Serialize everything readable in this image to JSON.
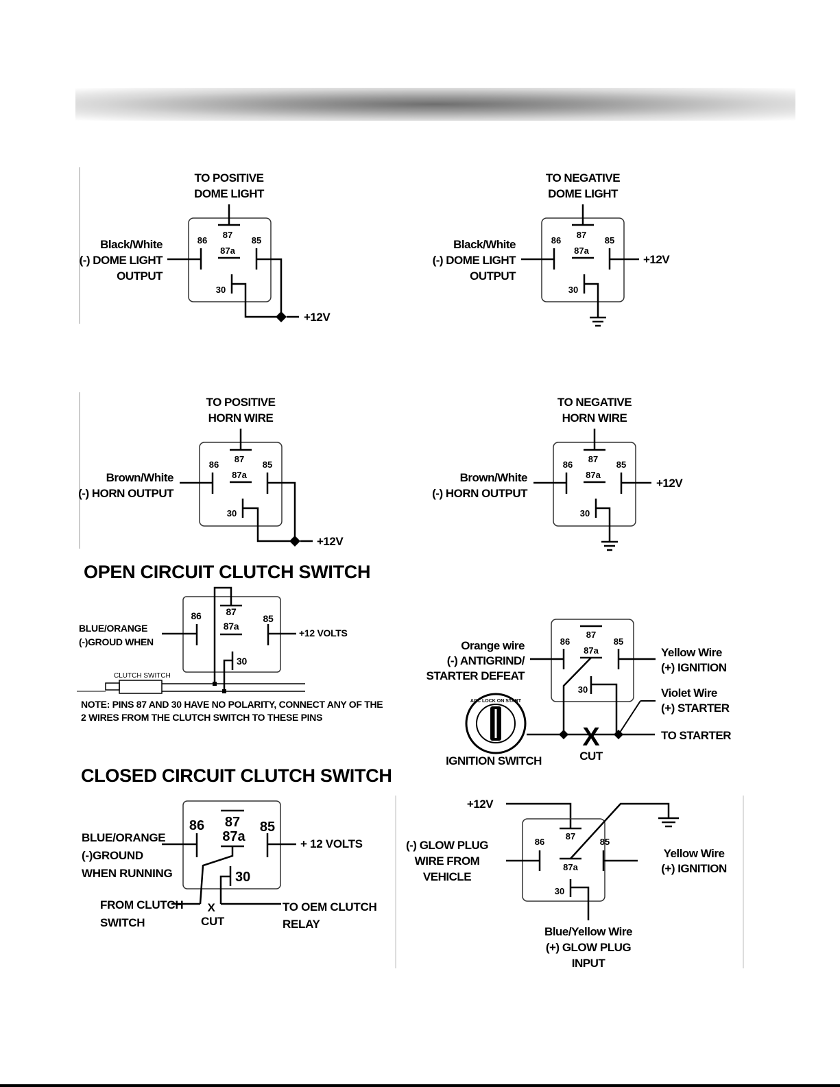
{
  "pins": {
    "p86": "86",
    "p85": "85",
    "p87": "87",
    "p87a": "87a",
    "p30": "30"
  },
  "d1": {
    "label_top_1": "TO POSITIVE",
    "label_top_2": "DOME LIGHT",
    "label_left_1": "Black/White",
    "label_left_2": "(-) DOME LIGHT",
    "label_left_3": "OUTPUT",
    "label_power": "+12V"
  },
  "d2": {
    "label_top_1": "TO NEGATIVE",
    "label_top_2": "DOME LIGHT",
    "label_left_1": "Black/White",
    "label_left_2": "(-) DOME LIGHT",
    "label_left_3": "OUTPUT",
    "label_power": "+12V"
  },
  "d3": {
    "label_top_1": "TO POSITIVE",
    "label_top_2": "HORN WIRE",
    "label_left_1": "Brown/White",
    "label_left_2": "(-) HORN OUTPUT",
    "label_power": "+12V"
  },
  "d4": {
    "label_top_1": "TO NEGATIVE",
    "label_top_2": "HORN WIRE",
    "label_left_1": "Brown/White",
    "label_left_2": "(-) HORN OUTPUT",
    "label_power": "+12V"
  },
  "d5": {
    "title": "OPEN CIRCUIT CLUTCH SWITCH",
    "label_left_1": "BLUE/ORANGE",
    "label_left_2": "(-)GROUD WHEN",
    "label_power": "+12 VOLTS",
    "label_switch": "CLUTCH SWITCH",
    "note_1": "NOTE: PINS 87 AND 30 HAVE NO POLARITY, CONNECT ANY OF THE",
    "note_2": "2 WIRES FROM THE CLUTCH SWITCH TO THESE PINS"
  },
  "d6": {
    "label_left_1": "Orange wire",
    "label_left_2": "(-) ANTIGRIND/",
    "label_left_3": "STARTER DEFEAT",
    "label_right_1": "Yellow Wire",
    "label_right_2": "(+) IGNITION",
    "label_right_3": "Violet Wire",
    "label_right_4": "(+) STARTER",
    "label_to_starter": "TO STARTER",
    "label_ignition": "IGNITION SWITCH",
    "label_x": "X",
    "label_cut": "CUT",
    "key_text": "ACC LOCK ON START"
  },
  "d7": {
    "title": "CLOSED CIRCUIT CLUTCH SWITCH",
    "label_left_1": "BLUE/ORANGE",
    "label_left_2": "(-)GROUND",
    "label_left_3": "WHEN RUNNING",
    "label_power": "+ 12 VOLTS",
    "label_from_1": "FROM CLUTCH",
    "label_from_2": "SWITCH",
    "label_x": "X",
    "label_cut": "CUT",
    "label_to_1": "TO OEM CLUTCH",
    "label_to_2": "RELAY"
  },
  "d8": {
    "label_power": "+12V",
    "label_left_1": "(-) GLOW PLUG",
    "label_left_2": "WIRE FROM",
    "label_left_3": "VEHICLE",
    "label_right_1": "Yellow Wire",
    "label_right_2": "(+) IGNITION",
    "label_bottom_1": "Blue/Yellow Wire",
    "label_bottom_2": "(+) GLOW PLUG",
    "label_bottom_3": "INPUT"
  }
}
